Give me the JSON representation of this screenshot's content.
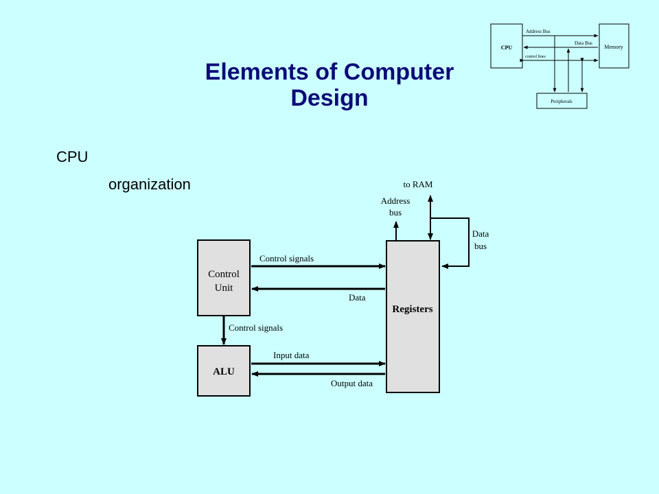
{
  "slide": {
    "title_line1": "Elements of Computer",
    "title_line2": "Design",
    "bullet_level1": "CPU",
    "bullet_level2": "organization"
  },
  "bus_diagram": {
    "cpu": "CPU",
    "memory": "Memory",
    "address_bus": "Address Bus",
    "data_bus": "Data Bus",
    "control_lines": "control lines",
    "peripherals": "Peripherals"
  },
  "cpu_diagram": {
    "control_unit_line1": "Control",
    "control_unit_line2": "Unit",
    "alu": "ALU",
    "registers": "Registers",
    "to_ram": "to RAM",
    "address_bus_line1": "Address",
    "address_bus_line2": "bus",
    "data_bus_line1": "Data",
    "data_bus_line2": "bus",
    "control_signals_top": "Control signals",
    "data": "Data",
    "control_signals_mid": "Control signals",
    "input_data": "Input data",
    "output_data": "Output data"
  },
  "colors": {
    "background": "#ccffff",
    "title": "#0b0b78",
    "box_fill": "#e0e0e0"
  }
}
